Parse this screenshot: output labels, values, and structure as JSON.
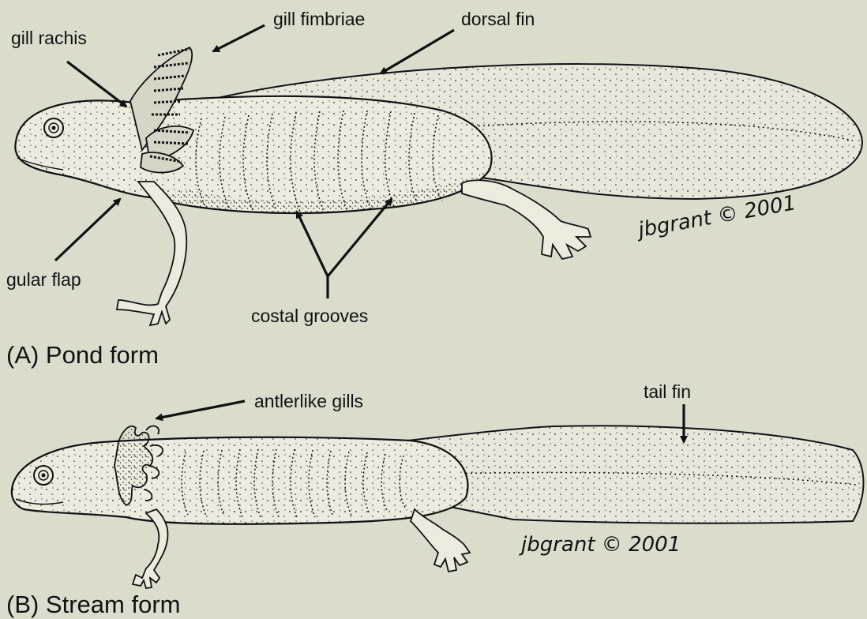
{
  "colors": {
    "background": "#dcdccc",
    "ink": "#111111",
    "body_fill": "#ecebdd"
  },
  "figure_a": {
    "caption": "(A) Pond form",
    "labels": {
      "gill_rachis": "gill rachis",
      "gill_fimbriae": "gill fimbriae",
      "dorsal_fin": "dorsal fin",
      "gular_flap": "gular flap",
      "costal_grooves": "costal grooves"
    },
    "signature": "jbgrant © 2001"
  },
  "figure_b": {
    "caption": "(B) Stream form",
    "labels": {
      "antlerlike_gills": "antlerlike gills",
      "tail_fin": "tail fin"
    },
    "signature": "jbgrant © 2001"
  }
}
